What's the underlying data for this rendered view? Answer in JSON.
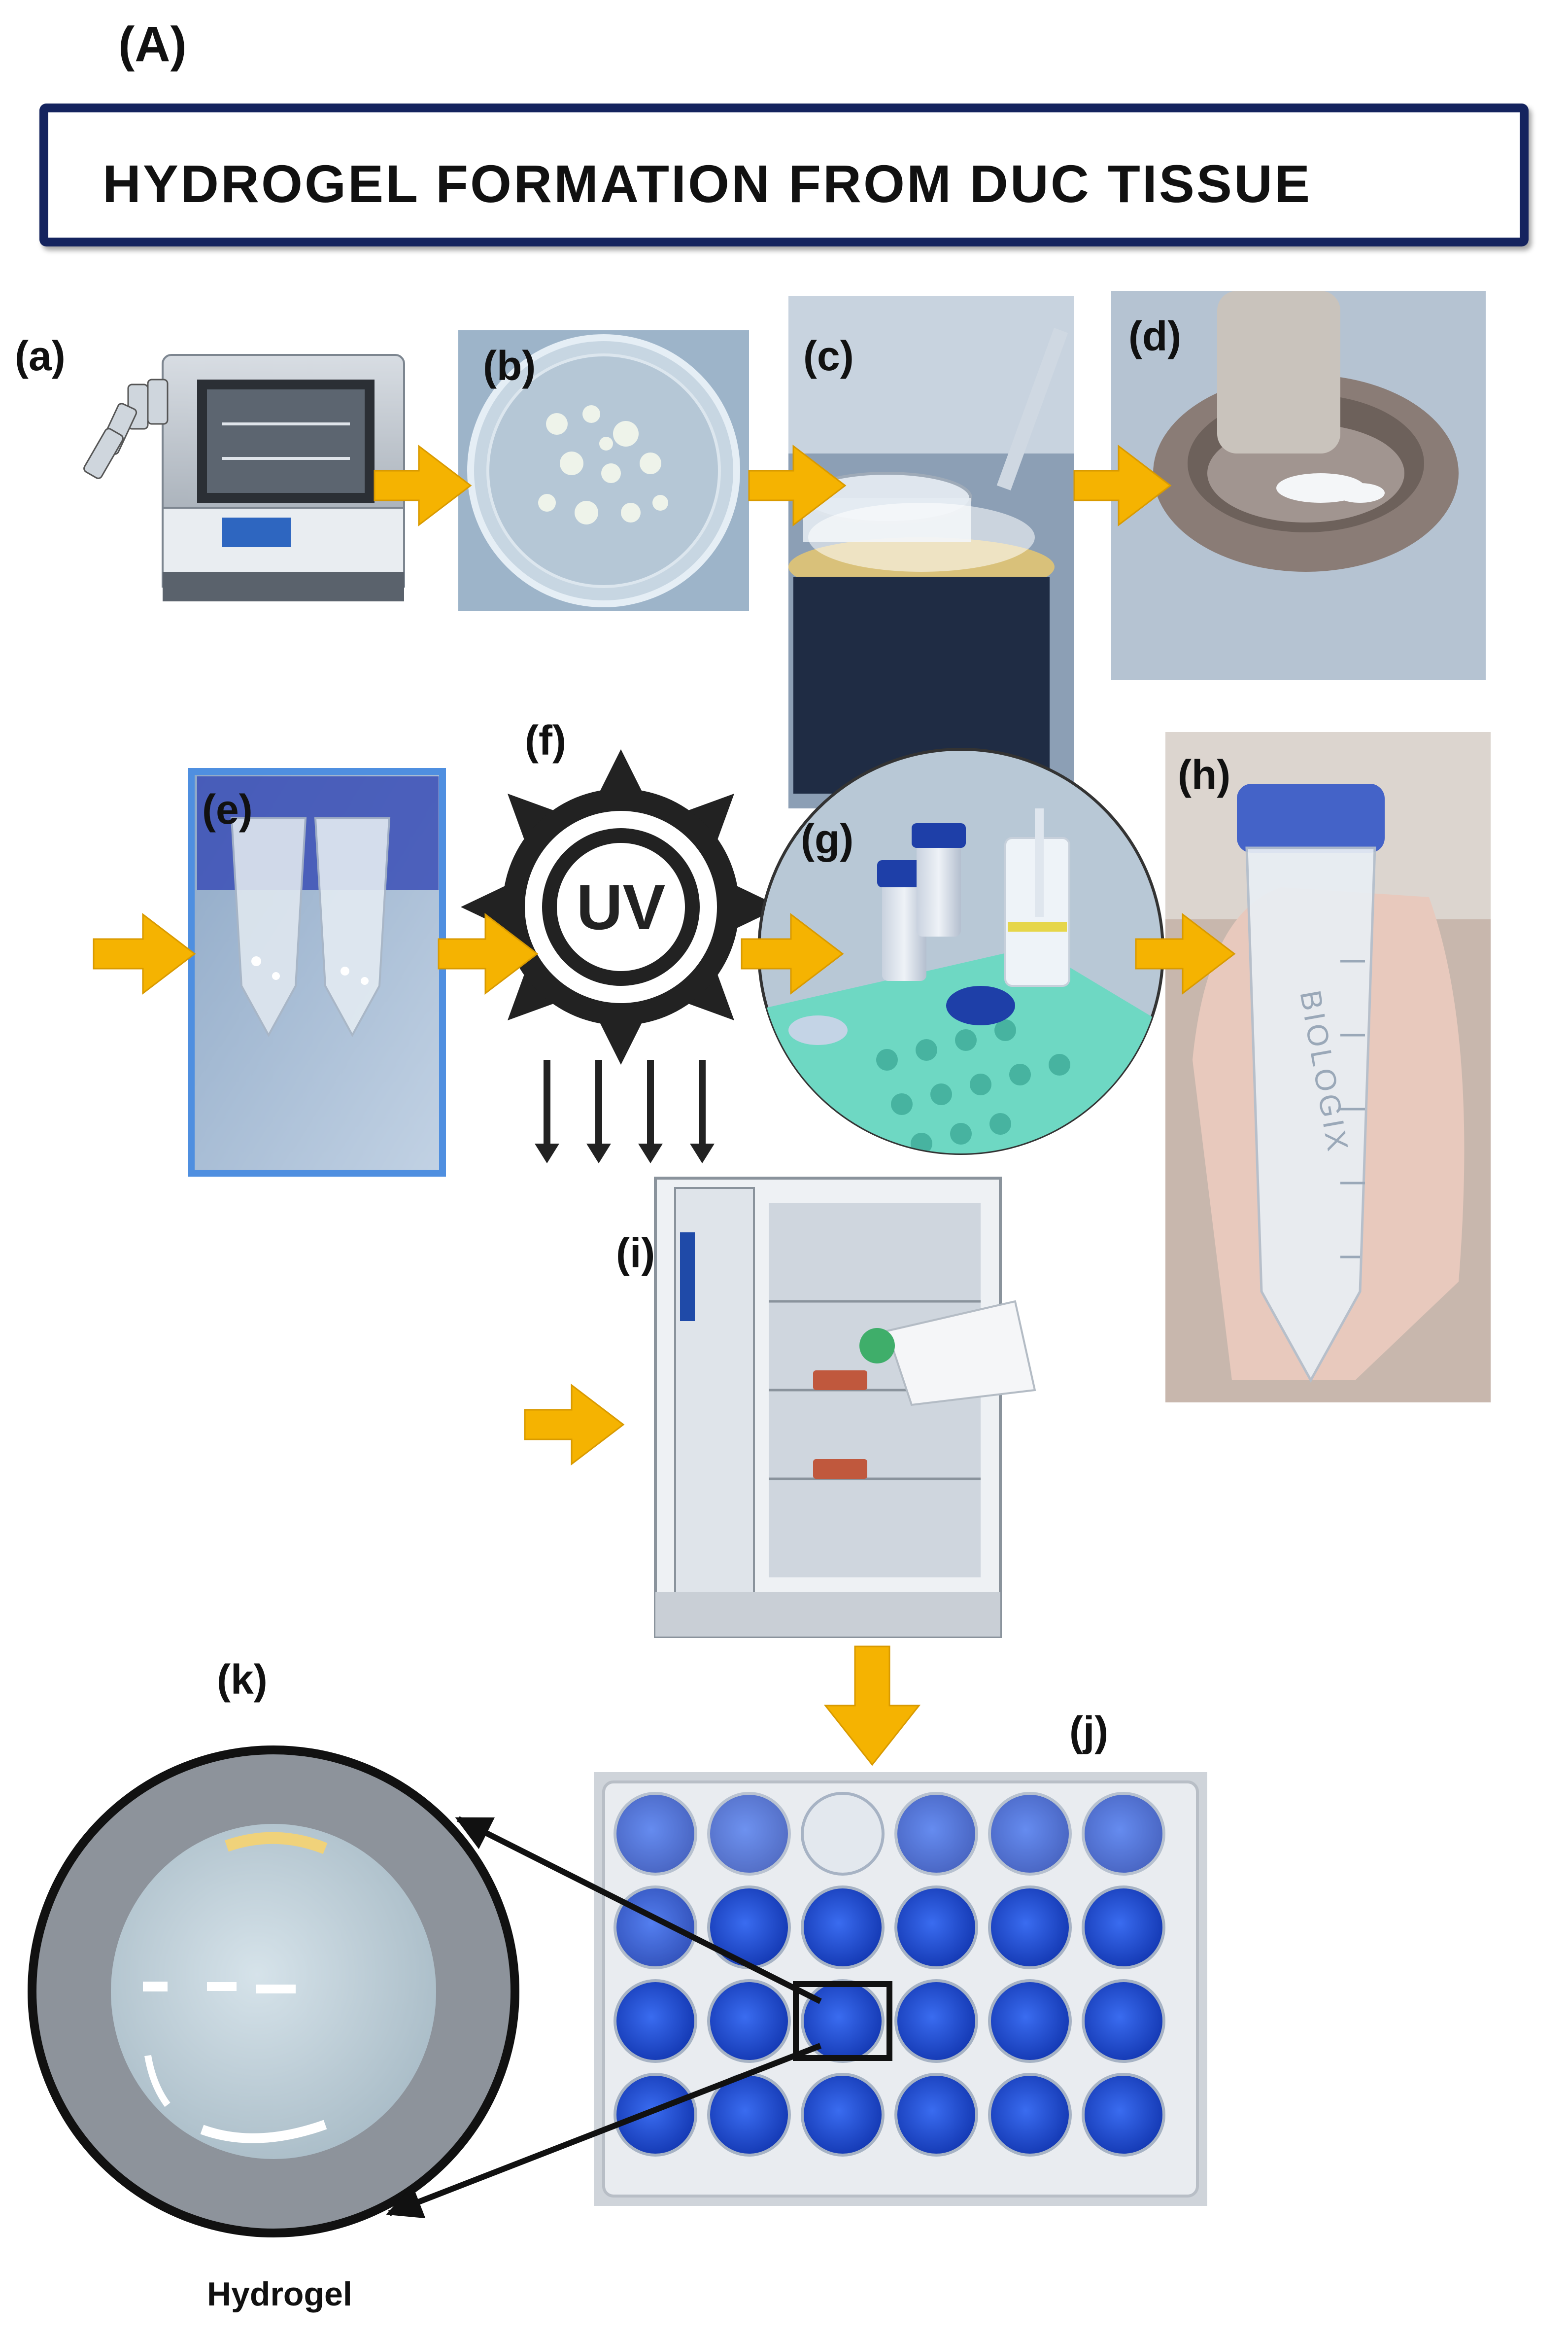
{
  "figure": {
    "panel_letter": "(A)",
    "title": "HYDROGEL FORMATION FROM DUC TISSUE",
    "panels": {
      "a": "(a)",
      "b": "(b)",
      "c": "(c)",
      "d": "(d)",
      "e": "(e)",
      "f": "(f)",
      "g": "(g)",
      "h": "(h)",
      "i": "(i)",
      "j": "(j)",
      "k": "(k)"
    },
    "uv_text": "UV",
    "tube_brand": "BIOLOGIX",
    "k_caption": "Hydrogel"
  },
  "colors": {
    "arrow": "#F5B301",
    "title_border": "#14235E",
    "panel_e_border": "#4F8FE0",
    "plate_blue": "#1E4FD8",
    "tube_cap": "#4463C8"
  },
  "icons": [
    "freeze-dryer",
    "petri-dish",
    "liquid-nitrogen",
    "mortar-pestle",
    "tubes",
    "uv-sun",
    "tube-rack",
    "falcon-tube",
    "incubator",
    "well-plate",
    "hydrogel-drop"
  ]
}
